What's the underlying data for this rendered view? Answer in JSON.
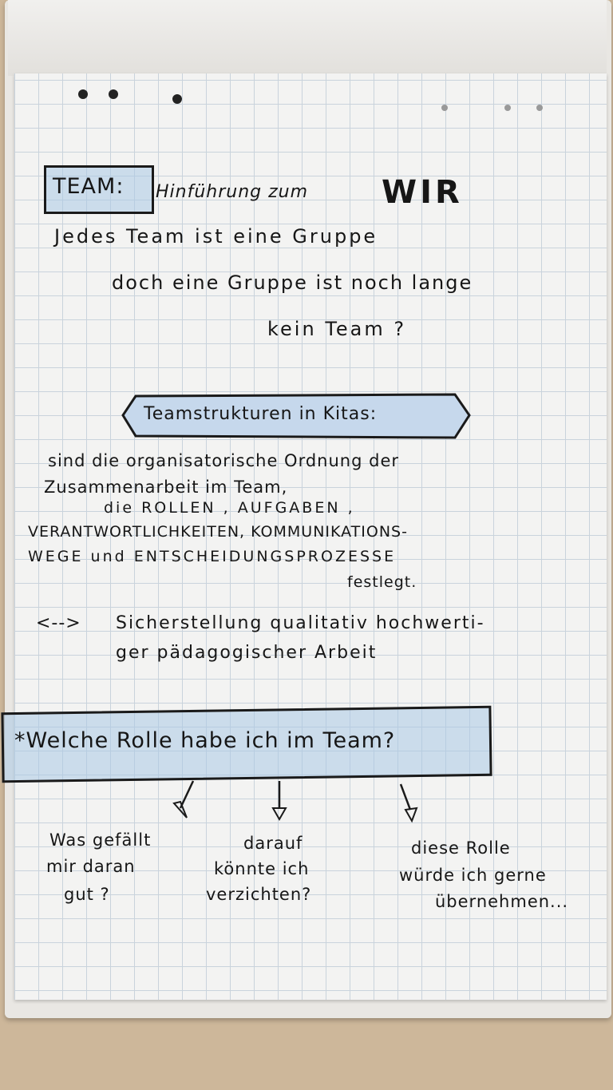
{
  "heading": {
    "team_label": "TEAM:",
    "subtitle": "Hinführung zum",
    "wir": "WIR"
  },
  "intro": {
    "line1": "Jedes Team ist eine Gruppe",
    "line2": "doch eine Gruppe ist noch lange",
    "line3": "kein Team ?"
  },
  "section": {
    "banner": "Teamstrukturen in Kitas:",
    "lines": [
      "sind die organisatorische Ordnung der",
      "Zusammenarbeit im Team,",
      "die ROLLEN , AUFGABEN ,",
      "VERANTWORTLICHKEITEN, KOMMUNIKATIONS-",
      "WEGE und ENTSCHEIDUNGSPROZESSE",
      "festlegt."
    ],
    "arrow": "<-->",
    "result_line1": "Sicherstellung qualitativ hochwerti-",
    "result_line2": "ger pädagogischer Arbeit"
  },
  "question": {
    "title": "*Welche Rolle habe ich im Team?",
    "branches": [
      {
        "lines": [
          "Was gefällt",
          "mir daran",
          "gut ?"
        ]
      },
      {
        "lines": [
          "darauf",
          "könnte ich",
          "verzichten?"
        ]
      },
      {
        "lines": [
          "diese Rolle",
          "würde ich gerne",
          "übernehmen..."
        ]
      }
    ]
  }
}
